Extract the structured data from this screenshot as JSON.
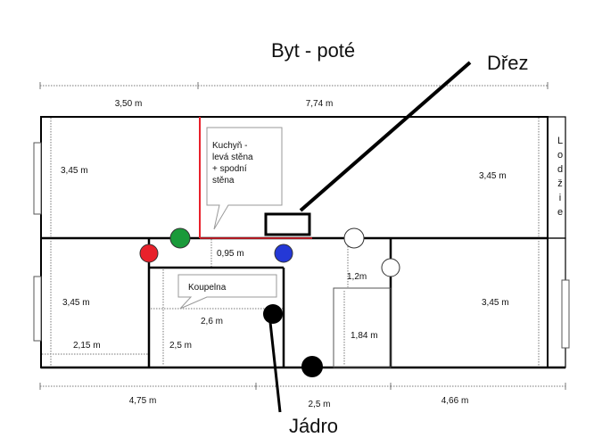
{
  "title": "Byt - poté",
  "callouts": {
    "drez": "Dřez",
    "jadro": "Jádro"
  },
  "notes": {
    "kitchen_line1": "Kuchyň -",
    "kitchen_line2": "levá stěna",
    "kitchen_line3": "+ spodní",
    "kitchen_line4": "stěna",
    "bathroom": "Koupelna"
  },
  "lodzie": [
    "L",
    "o",
    "d",
    "ž",
    "i",
    "e"
  ],
  "dimensions": {
    "top_left": "3,50 m",
    "top_right": "7,74 m",
    "room_top_left_height": "3,45 m",
    "room_top_right_height": "3,45 m",
    "corridor_height": "0,95 m",
    "room_bottom_left_height": "3,45 m",
    "room_bottom_left_width": "2,15 m",
    "bathroom_width": "2,6 m",
    "bathroom_height": "2,5 m",
    "closet_width": "1,2m",
    "closet_height": "1,84 m",
    "room_bottom_right_height": "3,45 m",
    "bottom_left": "4,75 m",
    "bottom_middle": "2,5 m",
    "bottom_right": "4,66 m"
  },
  "colors": {
    "wall": "#000000",
    "new_wall": "#e8212b",
    "green_marker": "#1a9a3a",
    "red_marker": "#e8212b",
    "blue_marker": "#2438d6",
    "dim_line": "#777777"
  }
}
